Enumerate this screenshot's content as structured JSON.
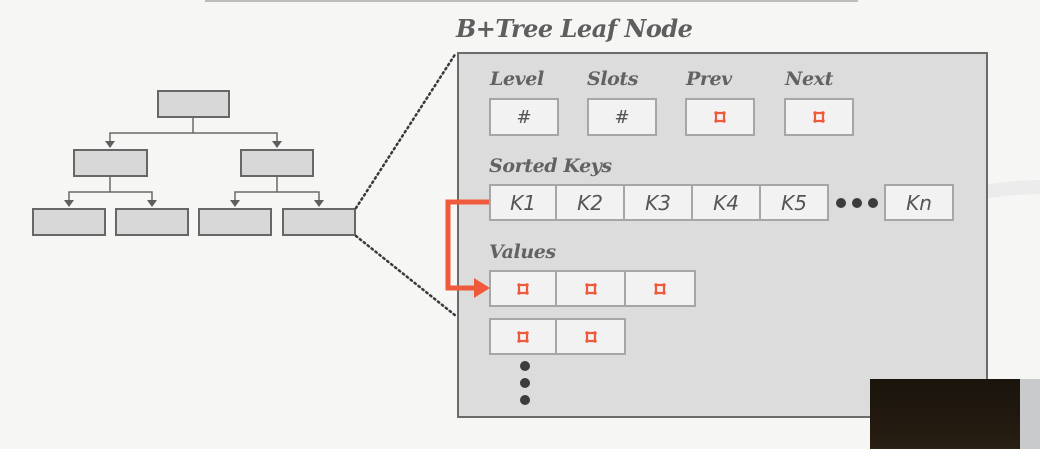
{
  "slide": {
    "title": "B+Tree Leaf Node"
  },
  "colors": {
    "pointer": "#f05a3c",
    "arrow": "#f05a3c",
    "panel_fill": "#dcdcdc",
    "cell_fill": "#f2f2f2",
    "text": "#5e5e5e"
  },
  "header_fields": [
    {
      "label": "Level",
      "value": "#",
      "type": "number"
    },
    {
      "label": "Slots",
      "value": "#",
      "type": "number"
    },
    {
      "label": "Prev",
      "value": "pointer-icon",
      "type": "pointer"
    },
    {
      "label": "Next",
      "value": "pointer-icon",
      "type": "pointer"
    }
  ],
  "sorted_keys": {
    "label": "Sorted Keys",
    "keys": [
      "K1",
      "K2",
      "K3",
      "K4",
      "K5"
    ],
    "ellipsis": "•••",
    "last_key": "Kn"
  },
  "values": {
    "label": "Values",
    "rows": [
      [
        "pointer-icon",
        "pointer-icon",
        "pointer-icon"
      ],
      [
        "pointer-icon",
        "pointer-icon"
      ]
    ],
    "continuation": "vertical-ellipsis"
  },
  "tree": {
    "levels": [
      1,
      2,
      4
    ],
    "zoomed_node": "leaf-4"
  },
  "webcam": {
    "visible": true
  }
}
